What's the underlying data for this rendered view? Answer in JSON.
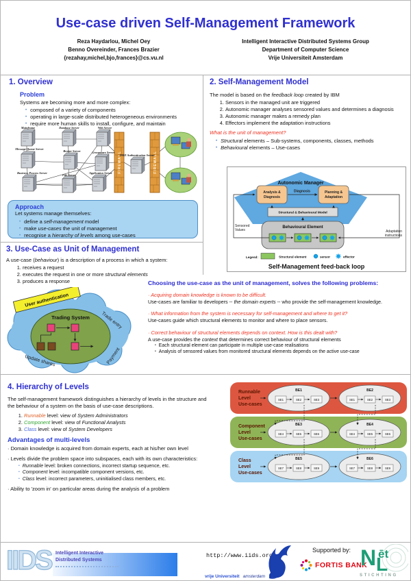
{
  "colors": {
    "title_blue": "#3030d0",
    "heading_blue": "#2b2bd0",
    "question_red": "#ee3322",
    "approach_bg": "#a9d4f2",
    "band_red": "#dd5740",
    "band_green": "#8fb457",
    "band_blue": "#a6d4f2",
    "pentagon_blue": "#5fa8e0",
    "task_orange": "#f6c690",
    "structural_green": "#8cc65f",
    "sensor_blue": "#17a3e8",
    "fortis_red": "#e30613",
    "nlnet_green": "#1e9e77"
  },
  "header": {
    "title": "Use-case driven Self-Management Framework",
    "authors": [
      "Reza Haydarlou, Michel Oey",
      "Benno Overeinder, Frances Brazier",
      "{rezahay,michel,bjo,frances}@cs.vu.nl"
    ],
    "affiliation": [
      "Intelligent Interactive Distributed Systems Group",
      "Department of Computer Science",
      "Vrije Universiteit Amsterdam"
    ]
  },
  "section1": {
    "heading": "1. Overview",
    "problem_heading": "Problem",
    "intro": "Systems are becoming more and more complex:",
    "bullets": [
      "composed of a variety of components",
      "operating in large-scale distributed heterogeneous environments",
      "require more human skills to install, configure, and maintain"
    ],
    "network": {
      "servers": [
        "Mainframe",
        "Database Server",
        "Web Server",
        "Message Queue Server",
        "Broker Server",
        "Groupware Server",
        "Business Process Server",
        "File Server",
        "Application Server",
        "DMZ Authentication Server"
      ],
      "firewall_label": "FIREWALL"
    },
    "approach": {
      "heading": "Approach",
      "intro": "Let systems manage themselves:",
      "bullets": [
        {
          "pre": "define a ",
          "it": "self-management",
          "post": " model"
        },
        {
          "pre": "make ",
          "it": "use-cases",
          "post": " the unit of management"
        },
        {
          "pre": "recognise a ",
          "it": "hierarchy of levels",
          "post": " among use-cases"
        }
      ]
    }
  },
  "section2": {
    "heading": "2. Self-Management Model",
    "intro": {
      "pre": "The model is based on the ",
      "it": "feedback loop",
      "post": " created by IBM"
    },
    "steps": [
      "Sensors in the managed unit are triggered",
      "Autonomic manager analyses sensored values and determines a diagnosis",
      "Autonomic manager makes a remedy plan",
      "Effectors implement the adaptation instructions"
    ],
    "question": "What is the unit of management?",
    "unit_bullets": [
      {
        "it": "Structural",
        "rest": " elements – Sub-systems, components, classes, methods"
      },
      {
        "it": "Behavioural",
        "rest": " elements – Use-cases"
      }
    ],
    "diagram": {
      "title": "Autonomic Manager",
      "analysis1": "Analysis &",
      "analysis2": "Diagnosis",
      "planning1": "Planning &",
      "planning2": "Adaptation",
      "diagnosis_label": "Diagnosis",
      "model": "Structural & Behavioural Model",
      "behavioural": "Behavioural Element",
      "sensored1": "Sensored",
      "sensored2": "Values",
      "adaptation1": "Adaptation",
      "adaptation2": "instructions",
      "legend_label": "Legend:",
      "legend_structural": "Structural element",
      "legend_sensor": "sensor",
      "legend_effector": "effector",
      "caption": "Self-Management feed-back loop"
    }
  },
  "section3": {
    "heading": "3. Use-Case as Unit of Management",
    "intro": {
      "pre": "A use-case (",
      "it": "behaviour",
      "post": ") is a description of a process in which a system:"
    },
    "steps": [
      {
        "pre": "receives a request",
        "it": "",
        "post": ""
      },
      {
        "pre": "executes the request in one or more ",
        "it": "structural elements",
        "post": ""
      },
      {
        "pre": "produces a response",
        "it": "",
        "post": ""
      }
    ],
    "cloud": {
      "system": "Trading System",
      "banner": "User authentication",
      "trade": "Trade entry",
      "update": "Update shares",
      "payment": "Payment"
    },
    "choosing": {
      "heading": "Choosing the use-case as the unit of management, solves the following problems:",
      "items": [
        {
          "q": "Acquiring domain knowledge is known to be difficult.",
          "apre": "Use-cases are familiar to developers -- ",
          "ait": "the domain experts",
          "apost": " -- who provide the self-management knowledge.",
          "subs": []
        },
        {
          "q": "What information from the system is necessary for self-management and where to get it?",
          "apre": "Use-cases guide which structural elements to monitor and where to place sensors.",
          "ait": "",
          "apost": "",
          "subs": []
        },
        {
          "q": "Correct behaviour of structural elements depends on context. How is this dealt with?",
          "apre": "A use-case provides the ",
          "ait": "context",
          "apost": " that determines correct behaviour of structural elements",
          "subs": [
            "Each structural element can participate in multiple use-case realisations",
            "Analysis of sensored values from monitored structural elements depends on the active use-case"
          ]
        }
      ]
    }
  },
  "section4": {
    "heading": "4. Hierarchy of Levels",
    "intro": "The self-management framework distinguishes a hierarchy of levels in the structure and the behaviour of a system on the basis of use-case descriptions.",
    "levels": [
      {
        "name": "Runnable",
        "mid": " level: view of ",
        "role": "System Administrators"
      },
      {
        "name": "Component",
        "mid": " level: view of ",
        "role": "Functional Analysts"
      },
      {
        "name": "Class",
        "mid": " level: view of ",
        "role": "System Developers"
      }
    ],
    "advantages_heading": "Advantages of multi-levels",
    "adv1": "Domain knowledge is acquired from domain experts, each at his/her own level",
    "adv2": "Levels divide the problem space into subspaces, each with its own characteristics:",
    "characteristics": [
      {
        "name": "Runnable",
        "rest": " level: broken connections, incorrect startup sequence, etc."
      },
      {
        "name": "Component",
        "rest": " level: incompatible component versions, etc."
      },
      {
        "name": "Class",
        "rest": " level: incorrect parameters, uninitialised class members, etc."
      }
    ],
    "adv3": "Ability to 'zoom in' on particular areas during the analysis of a problem",
    "diagram": {
      "bands": [
        {
          "label": [
            "Runnable",
            "Level",
            "Use-cases"
          ],
          "ellipses": [
            {
              "be": "BE1",
              "se": [
                "SE1",
                "SE2",
                "SE3"
              ]
            },
            {
              "be": "BE2",
              "se": [
                "SE1",
                "SE2",
                "SE3"
              ]
            }
          ]
        },
        {
          "label": [
            "Component",
            "Level",
            "Use-cases"
          ],
          "ellipses": [
            {
              "be": "BE3",
              "se": [
                "SE4",
                "SE5",
                "SE6"
              ]
            },
            {
              "be": "BE4",
              "se": [
                "SE4",
                "SE5",
                "SE6"
              ]
            }
          ]
        },
        {
          "label": [
            "Class",
            "Level",
            "Use-cases"
          ],
          "ellipses": [
            {
              "be": "BE5",
              "se": [
                "SE7",
                "SE8",
                "SE9"
              ]
            },
            {
              "be": "BE6",
              "se": [
                "SE7",
                "SE8",
                "SE9"
              ]
            }
          ]
        }
      ]
    }
  },
  "footer": {
    "iids_logo": "IIDS",
    "iids_line1": "Intelligent  Interactive",
    "iids_line2": "Distributed  Systems",
    "url": "http://www.iids.org",
    "vu_name": "vrije Universiteit",
    "vu_city": "amsterdam",
    "supported_by": "Supported by:",
    "fortis": "FORTIS BANK",
    "nlnet_n": "N",
    "nlnet_et": "ēt",
    "nlnet_l": "L",
    "nlnet_stichting": "STICHTING"
  }
}
